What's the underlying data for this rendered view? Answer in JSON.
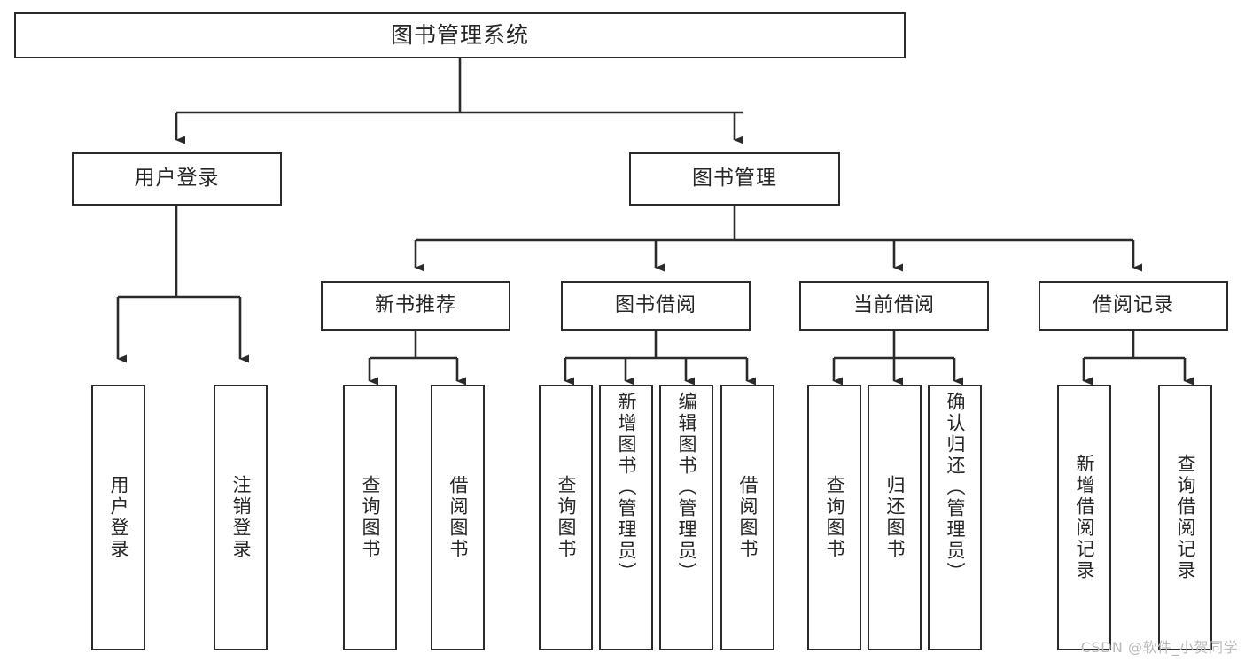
{
  "diagram": {
    "type": "tree",
    "title": "图书管理系统",
    "orientation": "top-down",
    "colors": {
      "box_border": "#2b2b2b",
      "box_fill": "#ffffff",
      "text": "#262626",
      "edge": "#2b2b2b",
      "watermark": "#b9b9b9",
      "background": "#ffffff"
    },
    "root": {
      "id": "root",
      "label": "图书管理系统"
    },
    "level1": [
      {
        "id": "user-login",
        "label": "用户登录"
      },
      {
        "id": "book-manage",
        "label": "图书管理"
      }
    ],
    "level2": [
      {
        "id": "new-book-recommend",
        "label": "新书推荐",
        "parent": "book-manage"
      },
      {
        "id": "book-borrow",
        "label": "图书借阅",
        "parent": "book-manage"
      },
      {
        "id": "current-borrow",
        "label": "当前借阅",
        "parent": "book-manage"
      },
      {
        "id": "borrow-record",
        "label": "借阅记录",
        "parent": "book-manage"
      }
    ],
    "leaves": {
      "user-login": [
        {
          "id": "leaf-user-login",
          "label": "用户登录"
        },
        {
          "id": "leaf-user-logout",
          "label": "注销登录"
        }
      ],
      "new-book-recommend": [
        {
          "id": "leaf-query-book-1",
          "label": "查询图书"
        },
        {
          "id": "leaf-borrow-book-1",
          "label": "借阅图书"
        }
      ],
      "book-borrow": [
        {
          "id": "leaf-query-book-2",
          "label": "查询图书"
        },
        {
          "id": "leaf-add-book",
          "label": "新增图书（管理员）"
        },
        {
          "id": "leaf-edit-book",
          "label": "编辑图书（管理员）"
        },
        {
          "id": "leaf-borrow-book-2",
          "label": "借阅图书"
        }
      ],
      "current-borrow": [
        {
          "id": "leaf-query-book-3",
          "label": "查询图书"
        },
        {
          "id": "leaf-return-book",
          "label": "归还图书"
        },
        {
          "id": "leaf-confirm-return",
          "label": "确认归还（管理员）"
        }
      ],
      "borrow-record": [
        {
          "id": "leaf-add-record",
          "label": "新增借阅记录"
        },
        {
          "id": "leaf-query-record",
          "label": "查询借阅记录"
        }
      ]
    }
  },
  "watermark": {
    "text": "CSDN @软件_小贺同学"
  }
}
